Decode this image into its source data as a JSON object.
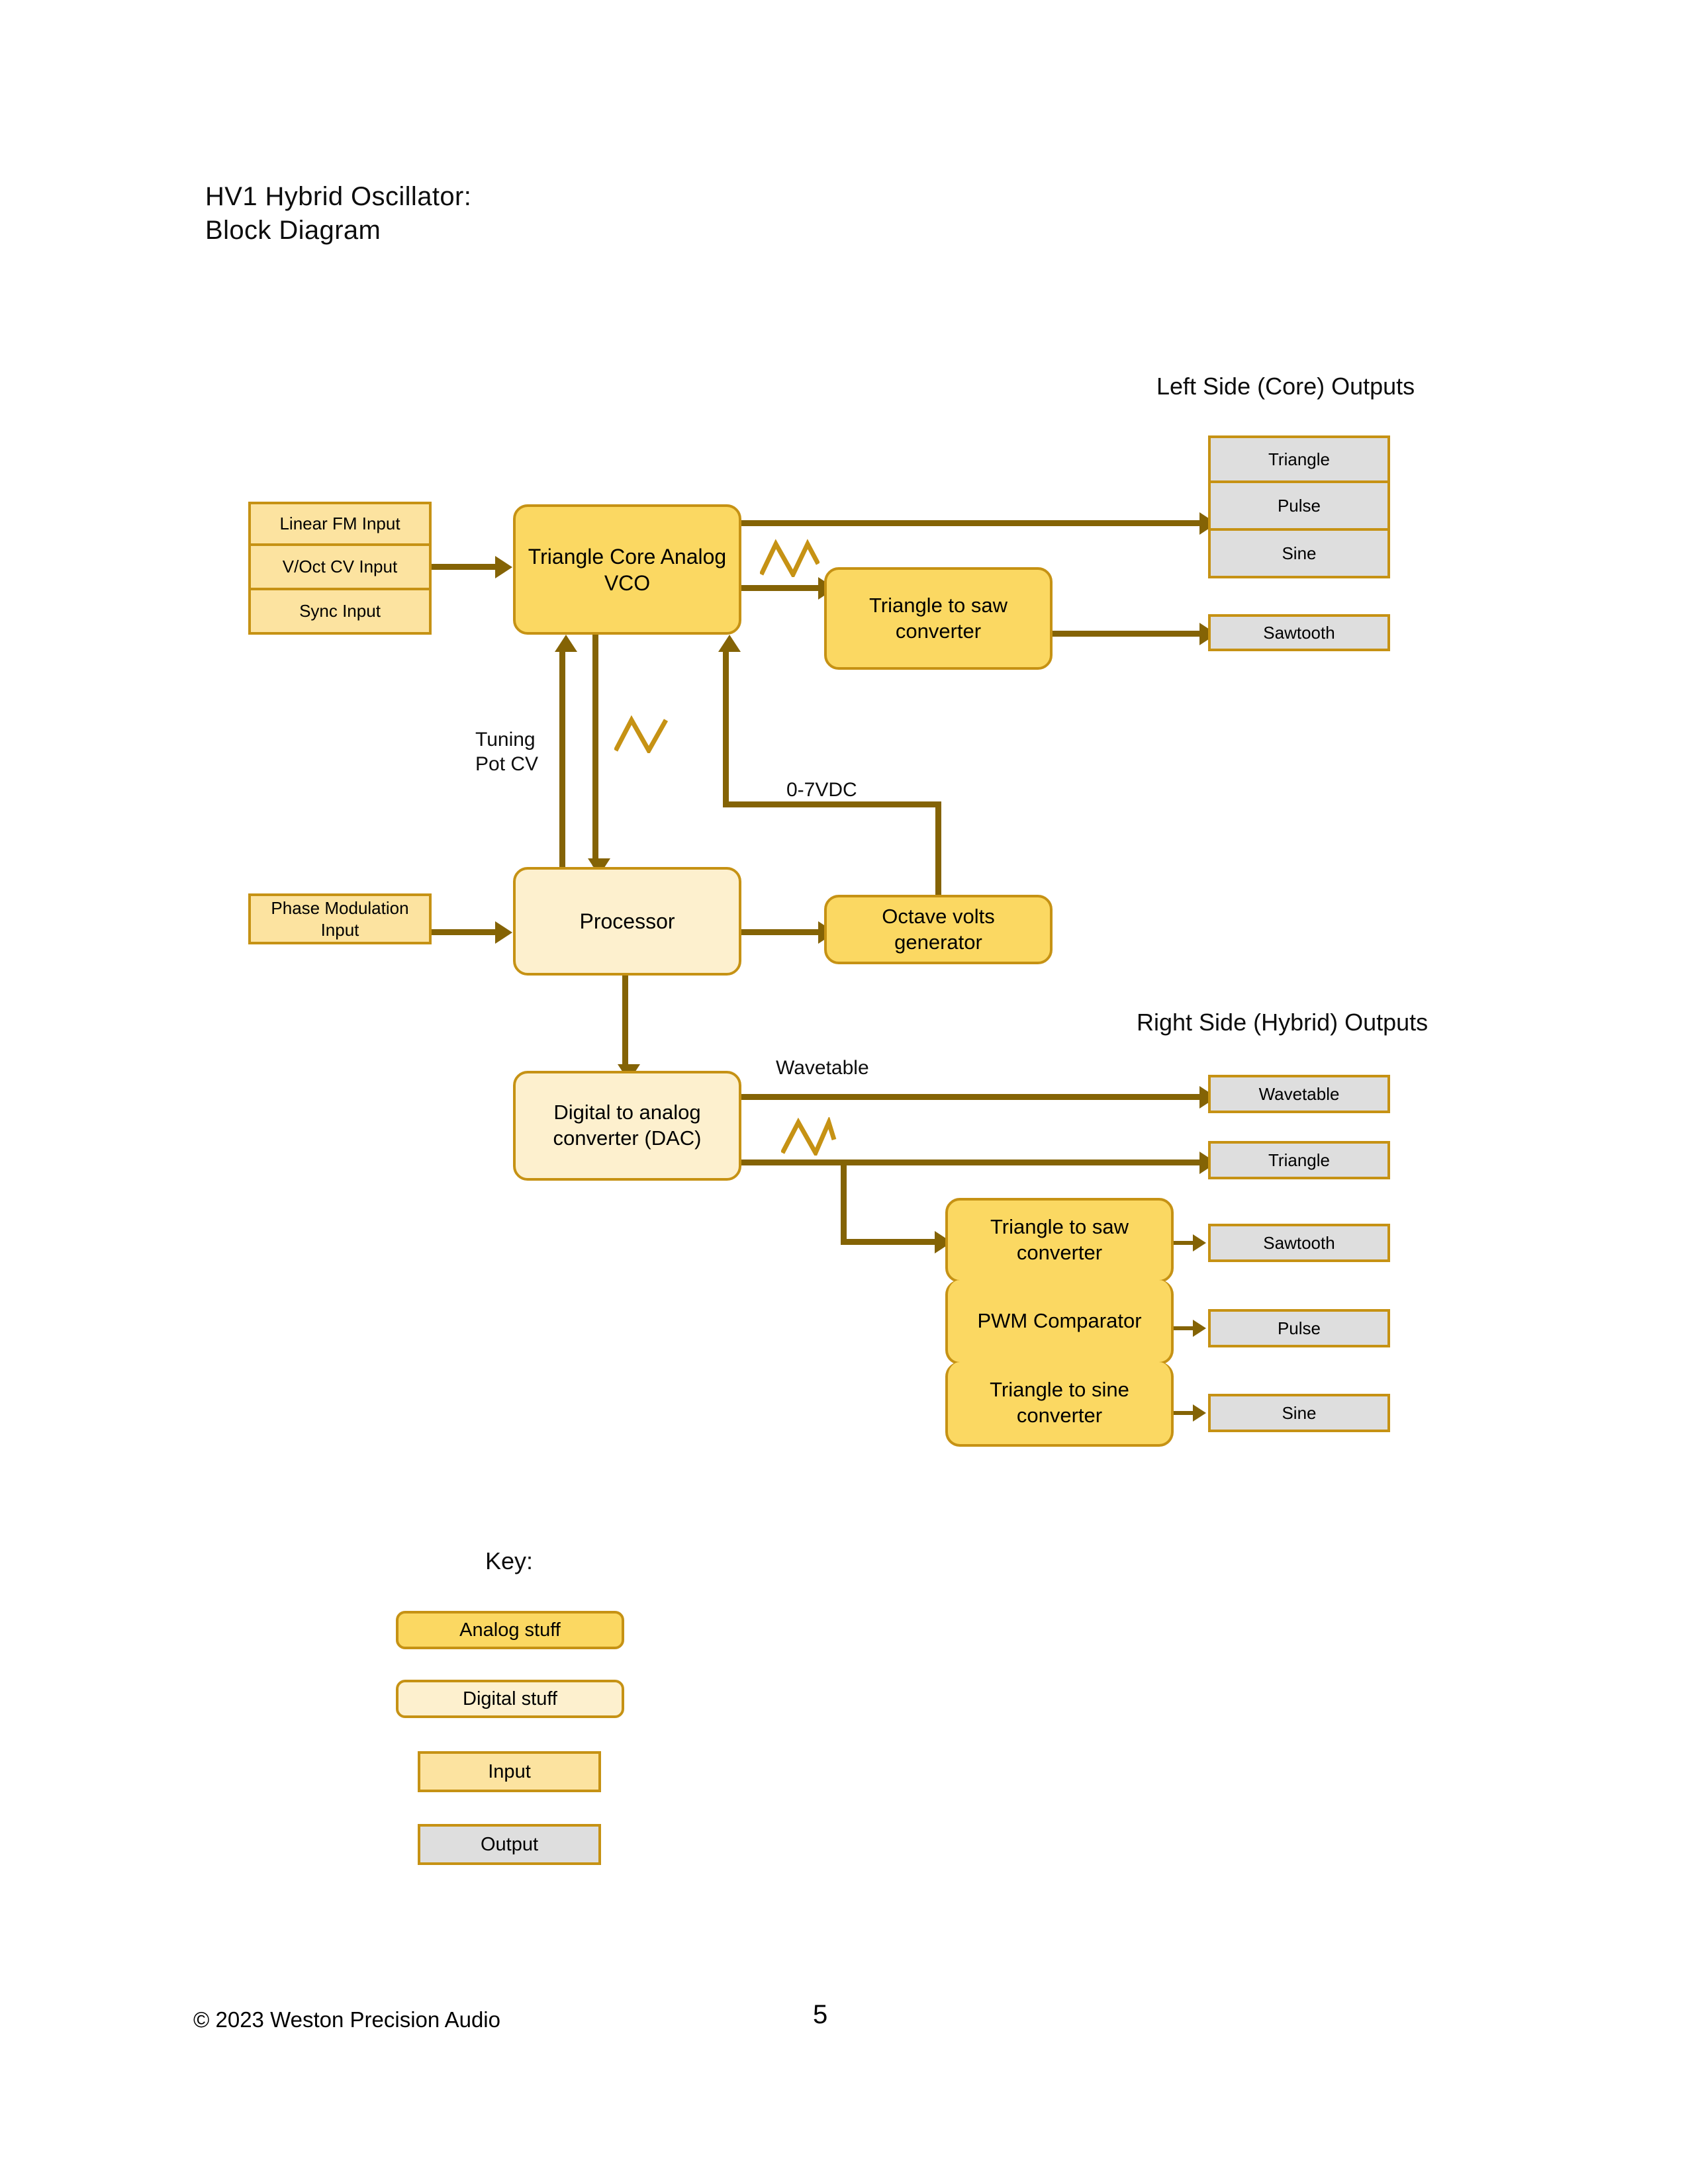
{
  "document": {
    "title_line1": "HV1 Hybrid Oscillator:",
    "title_line2": "Block Diagram"
  },
  "sections": {
    "core_outputs_label": "Left Side (Core) Outputs",
    "hybrid_outputs_label": "Right Side (Hybrid) Outputs"
  },
  "inputs": {
    "linear_fm": "Linear FM Input",
    "voct_cv": "V/Oct CV Input",
    "sync": "Sync Input",
    "phase_modulation": "Phase Modulation Input"
  },
  "blocks": {
    "vco": "Triangle Core Analog VCO",
    "tri_to_saw_core": "Triangle to saw converter",
    "processor": "Processor",
    "octave_volts": "Octave volts generator",
    "dac": "Digital to analog converter (DAC)",
    "tri_to_saw_hybrid": "Triangle to saw converter",
    "pwm_comparator": "PWM Comparator",
    "tri_to_sine": "Triangle to sine converter"
  },
  "core_outputs": [
    "Triangle",
    "Pulse",
    "Sine"
  ],
  "core_output_sawtooth": "Sawtooth",
  "hybrid_outputs": {
    "wavetable": "Wavetable",
    "triangle": "Triangle",
    "sawtooth": "Sawtooth",
    "pulse": "Pulse",
    "sine": "Sine"
  },
  "edge_labels": {
    "tuning_pot_cv_line1": "Tuning",
    "tuning_pot_cv_line2": "Pot CV",
    "zero_to_seven_vdc": "0-7VDC",
    "wavetable": "Wavetable"
  },
  "key": {
    "title": "Key:",
    "analog": "Analog stuff",
    "digital": "Digital stuff",
    "input": "Input",
    "output": "Output"
  },
  "footer": {
    "copyright": "© 2023 Weston Precision Audio",
    "page_number": "5"
  },
  "colors": {
    "analog_fill": "#FBD862",
    "digital_fill": "#FDF0CE",
    "input_fill": "#FCE3A0",
    "output_fill": "#DEDEDE",
    "border": "#C69214",
    "wire": "#846305",
    "wave_glyph": "#C69214"
  }
}
